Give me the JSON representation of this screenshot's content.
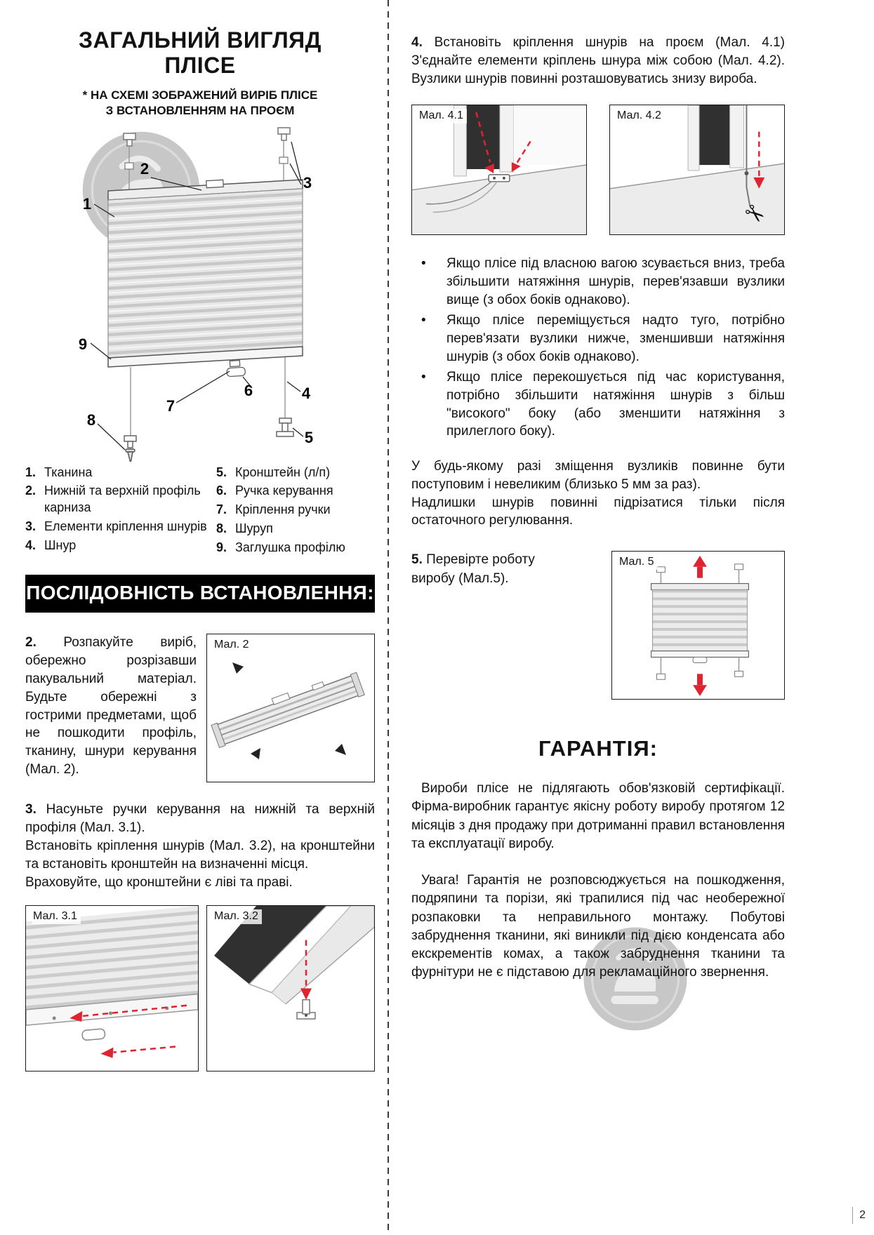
{
  "page": {
    "number": "2"
  },
  "colors": {
    "accent_red": "#e02330",
    "banner_bg": "#000000",
    "watermark_gray": "#909090"
  },
  "diagram": {
    "callouts": [
      "1",
      "2",
      "3",
      "4",
      "5",
      "6",
      "7",
      "8",
      "9"
    ]
  },
  "figures": {
    "fig2": "Мал. 2",
    "fig31": "Мал. 3.1",
    "fig32": "Мал. 3.2",
    "fig41": "Мал. 4.1",
    "fig42": "Мал. 4.2",
    "fig5": "Мал. 5",
    "scissors_glyph": "✂"
  },
  "left": {
    "title": [
      "ЗАГАЛЬНИЙ ВИГЛЯД",
      "ПЛІСЕ"
    ],
    "subtitle": [
      "* НА СХЕМІ ЗОБРАЖЕНИЙ ВИРІБ ПЛІСЕ",
      "З ВСТАНОВЛЕННЯМ НА ПРОЄМ"
    ],
    "legend": {
      "left": [
        {
          "num": "1.",
          "label": "Тканина"
        },
        {
          "num": "2.",
          "label": "Нижній та верхній профіль карниза"
        },
        {
          "num": "3.",
          "label": "Елементи кріплення шнурів"
        },
        {
          "num": "4.",
          "label": "Шнур"
        }
      ],
      "right": [
        {
          "num": "5.",
          "label": "Кронштейн (л/п)"
        },
        {
          "num": "6.",
          "label": "Ручка керування"
        },
        {
          "num": "7.",
          "label": "Кріплення ручки"
        },
        {
          "num": "8.",
          "label": "Шуруп"
        },
        {
          "num": "9.",
          "label": "Заглушка профілю"
        }
      ]
    },
    "sequence_heading": "ПОСЛІДОВНІСТЬ ВСТАНОВЛЕННЯ:",
    "step2": {
      "num": "2.",
      "text": "Розпакуйте виріб, обережно розрізавши пакувальний матеріал. Будьте обережні з гострими предметами, щоб не пошкодити профіль, тканину, шнури керування (Мал. 2)."
    },
    "step3": {
      "num": "3.",
      "p1": "Насуньте ручки керування на нижній та верхній профіля (Мал. 3.1).",
      "p2": "Встановіть кріплення шнурів (Мал. 3.2), на кронштейни та встановіть кронштейн на визначенні місця.",
      "p3": "Враховуйте, що кронштейни є ліві та праві."
    }
  },
  "right": {
    "step4": {
      "num": "4.",
      "text": "Встановіть кріплення шнурів на проєм (Мал. 4.1) З'єднайте елементи кріплень шнура між собою (Мал. 4.2). Вузлики шнурів повинні розташовуватись знизу вироба."
    },
    "bullets": [
      "Якщо плісе під власною вагою зсувається вниз, треба збільшити натяжіння шнурів, перев'язавши вузлики вище (з обох боків однаково).",
      "Якщо плісе переміщується надто туго, потрібно перев'язати вузлики нижче, зменшивши натяжіння шнурів (з обох боків однаково).",
      "Якщо плісе перекошується під час користування, потрібно збільшити натяжіння шнурів з більш \"високого\" боку (або зменшити натяжіння з прилеглого боку)."
    ],
    "note1": "У будь-якому разі зміщення вузликів повинне бути поступовим і невеликим (близько 5 мм за раз).",
    "note2": "Надлишки шнурів повинні підрізатися тільки після остаточного регулювання.",
    "step5": {
      "num": "5.",
      "text": "Перевірте роботу виробу (Мал.5)."
    },
    "warranty": {
      "heading": "ГАРАНТІЯ:",
      "p1": "Вироби плісе не підлягають обов'язковій сертифікації. Фірма-виробник гарантує якісну роботу виробу протягом 12 місяців з дня продажу при дотриманні правил встановлення та експлуатації виробу.",
      "p2": "Увага! Гарантія не розповсюджується на пошкодження, подряпини та порізи, які трапилися під час необережної розпаковки та неправильного монтажу. Побутові забруднення тканини, які виникли під дією конденсата або екскрементів комах, а також забруднення тканини та фурнітури не є підставою для рекламаційного звернення."
    }
  }
}
